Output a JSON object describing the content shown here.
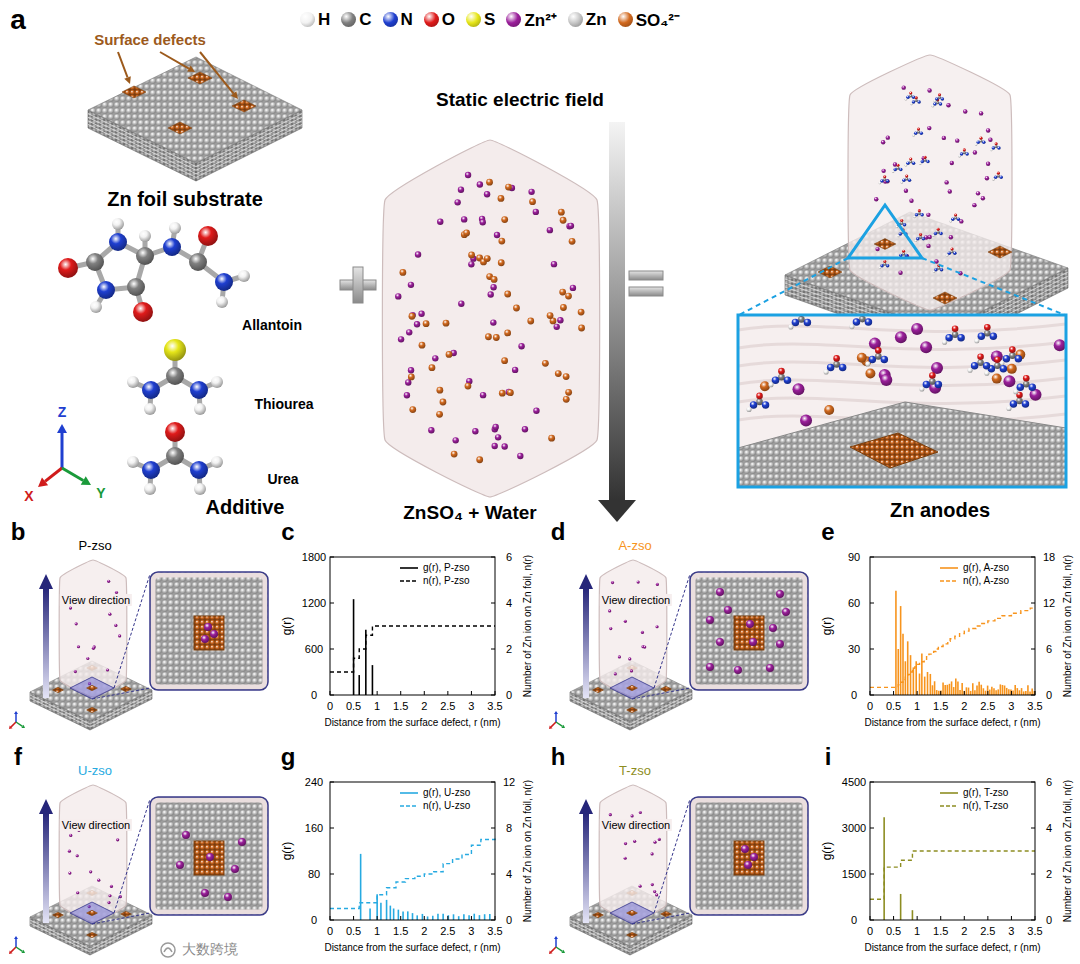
{
  "diagram": {
    "labels": [
      "a",
      "Surface defects",
      "Static electric field",
      "Zn foil substrate",
      "Allantoin",
      "Thiourea",
      "Urea",
      "Z",
      "X",
      "Y",
      "Additive",
      "ZnSO₄ + Water",
      "Zn anodes",
      "b",
      "P-zso",
      "View direction",
      "c",
      "0",
      "600",
      "1200",
      "1800",
      "0",
      "2",
      "4",
      "6",
      "0",
      "0.5",
      "1",
      "1.5",
      "2",
      "2.5",
      "3",
      "3.5",
      "g(r)",
      "Distance from the surface defect, r (nm)",
      "Number of Zn ion on Zn foil, n(r)",
      "d",
      "A-zso",
      "View direction",
      "e",
      "0",
      "30",
      "60",
      "90",
      "0",
      "6",
      "12",
      "18",
      "0",
      "0.5",
      "1",
      "1.5",
      "2",
      "2.5",
      "3",
      "3.5",
      "g(r)",
      "Distance from the surface defect, r (nm)",
      "Number of Zn ion on Zn foil, n(r)",
      "f",
      "U-zso",
      "View direction",
      "g",
      "0",
      "80",
      "160",
      "240",
      "0",
      "4",
      "8",
      "12",
      "0",
      "0.5",
      "1",
      "1.5",
      "2",
      "2.5",
      "3",
      "3.5",
      "g(r)",
      "Distance from the surface defect, r (nm)",
      "Number of Zn ion on Zn foil, n(r)",
      "h",
      "T-zso",
      "View direction",
      "i",
      "0",
      "1500",
      "3000",
      "4500",
      "0",
      "2",
      "4",
      "6",
      "0",
      "0.5",
      "1",
      "1.5",
      "2",
      "2.5",
      "3",
      "3.5",
      "g(r)",
      "Distance from the surface defect, r (nm)",
      "Number of Zn ion on Zn foil, n(r)",
      "大数跨境"
    ],
    "legend": [
      {
        "text": "H",
        "color": "#f2f2f2"
      },
      {
        "text": "C",
        "color": "#808080"
      },
      {
        "text": "N",
        "color": "#1f3fd0"
      },
      {
        "text": "O",
        "color": "#e01b1b"
      },
      {
        "text": "S",
        "color": "#e6e619"
      },
      {
        "text": "Zn²⁺",
        "color": "#9b1f9b"
      },
      {
        "text": "Zn",
        "color": "#c8c8c8"
      },
      {
        "text": "SO₄²⁻",
        "color": "#d2691e"
      },
      {
        "text": "g(r), P-zso"
      },
      {
        "text": "n(r), P-zso"
      },
      {
        "text": "g(r), A-zso"
      },
      {
        "text": "n(r), A-zso"
      },
      {
        "text": "g(r), U-zso"
      },
      {
        "text": "n(r), U-zso"
      },
      {
        "text": "g(r), T-zso"
      },
      {
        "text": "n(r), T-zso"
      }
    ]
  }
}
